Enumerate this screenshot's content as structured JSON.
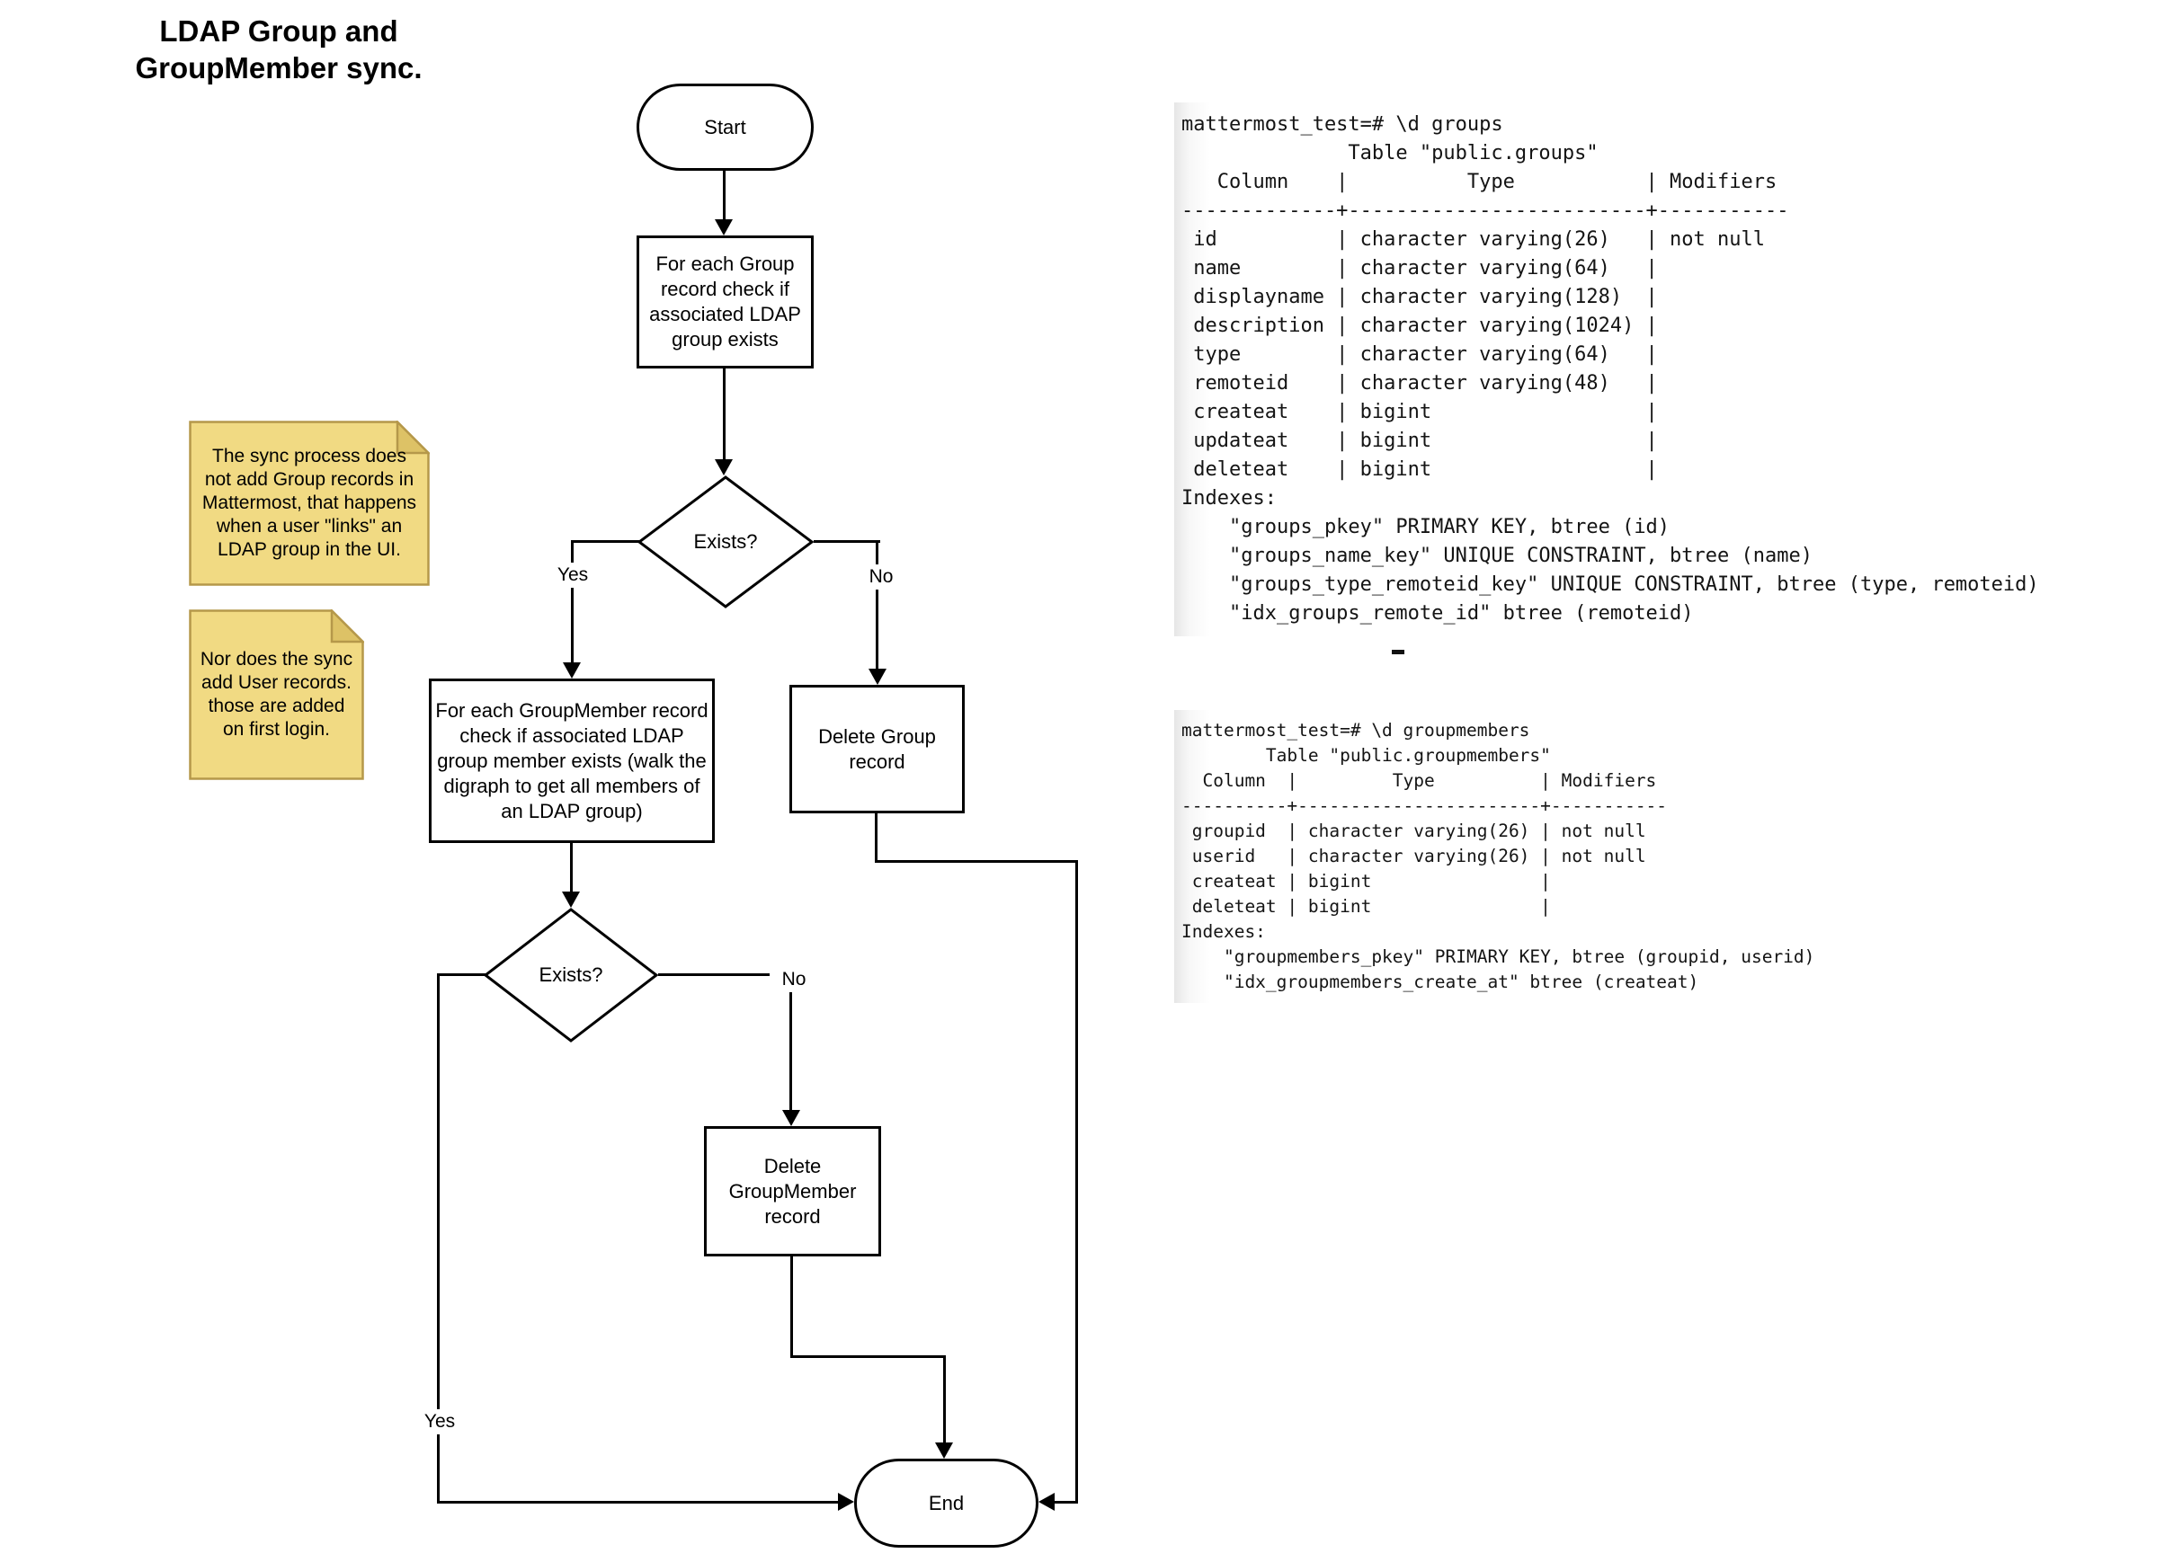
{
  "title": "LDAP Group and\nGroupMember sync.",
  "flowchart": {
    "start_label": "Start",
    "step_group_check": "For each Group\nrecord check if\nassociated LDAP\ngroup exists",
    "decision1_label": "Exists?",
    "yes1": "Yes",
    "no1": "No",
    "step_groupmember_check": "For each GroupMember record\ncheck if associated LDAP\ngroup member exists (walk the\ndigraph to get all members of\nan LDAP group)",
    "delete_group_label": "Delete Group\nrecord",
    "decision2_label": "Exists?",
    "yes2": "Yes",
    "no2": "No",
    "delete_groupmember_label": "Delete\nGroupMember\nrecord",
    "end_label": "End"
  },
  "notes": {
    "note1": "The sync process does\nnot add Group records in\nMattermost, that happens\nwhen a user \"links\" an\nLDAP group in the UI.",
    "note2": "Nor does the sync\nadd User records.\nthose are added\non first login."
  },
  "terminal_groups": {
    "lines": [
      "mattermost_test=# \\d groups",
      "              Table \"public.groups\"",
      "   Column    |          Type           | Modifiers",
      "-------------+-------------------------+-----------",
      " id          | character varying(26)   | not null",
      " name        | character varying(64)   |",
      " displayname | character varying(128)  |",
      " description | character varying(1024) |",
      " type        | character varying(64)   |",
      " remoteid    | character varying(48)   |",
      " createat    | bigint                  |",
      " updateat    | bigint                  |",
      " deleteat    | bigint                  |",
      "Indexes:",
      "    \"groups_pkey\" PRIMARY KEY, btree (id)",
      "    \"groups_name_key\" UNIQUE CONSTRAINT, btree (name)",
      "    \"groups_type_remoteid_key\" UNIQUE CONSTRAINT, btree (type, remoteid)",
      "    \"idx_groups_remote_id\" btree (remoteid)"
    ]
  },
  "terminal_groupmembers": {
    "lines": [
      "mattermost_test=# \\d groupmembers",
      "        Table \"public.groupmembers\"",
      "  Column  |         Type          | Modifiers",
      "----------+-----------------------+-----------",
      " groupid  | character varying(26) | not null",
      " userid   | character varying(26) | not null",
      " createat | bigint                |",
      " deleteat | bigint                |",
      "Indexes:",
      "    \"groupmembers_pkey\" PRIMARY KEY, btree (groupid, userid)",
      "    \"idx_groupmembers_create_at\" btree (createat)"
    ]
  },
  "colors": {
    "note_fill": "#f1da83",
    "note_fold": "#ddc266",
    "note_border": "#b5984a",
    "line": "#000000"
  }
}
